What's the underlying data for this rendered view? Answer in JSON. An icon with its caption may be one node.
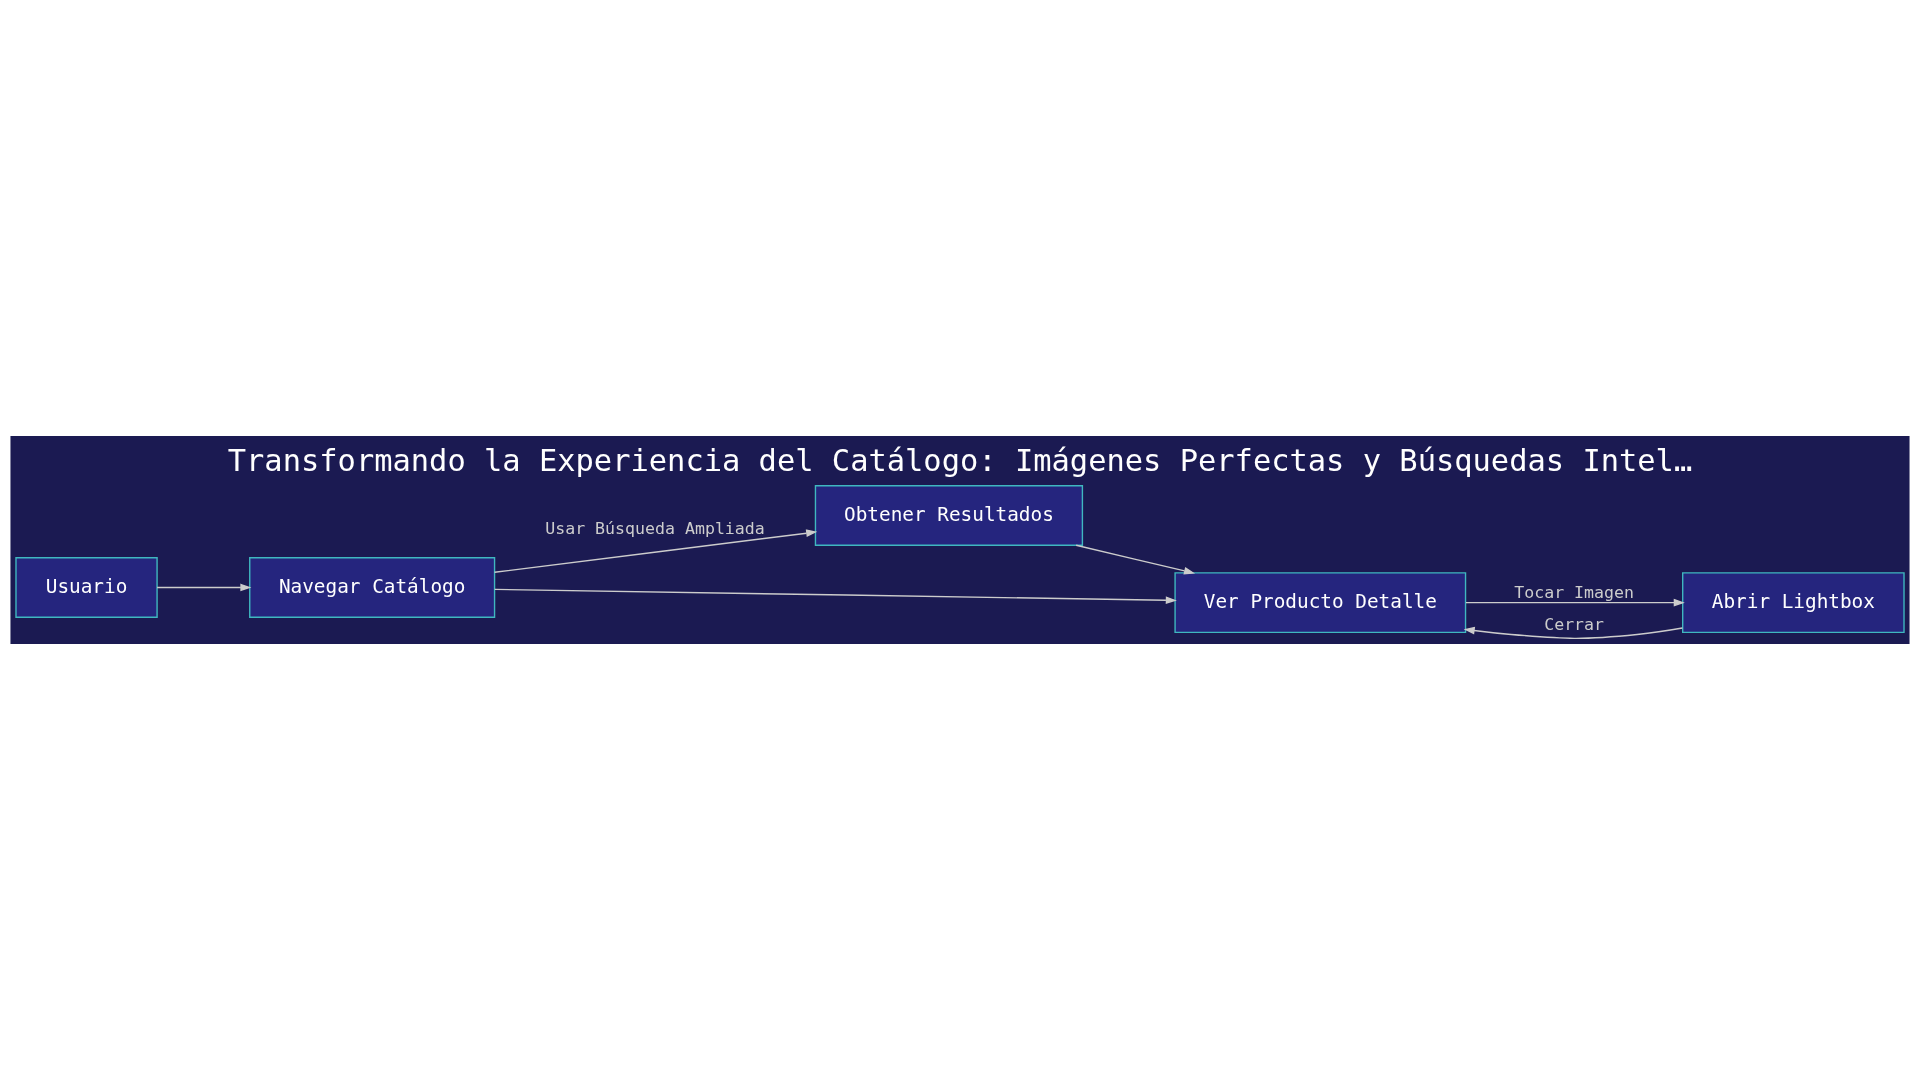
{
  "diagram": {
    "title": "Transformando la Experiencia del Catálogo: Imágenes Perfectas y Búsquedas Intel…",
    "nodes": [
      {
        "text": [
          "Usuario"
        ]
      },
      {
        "text": [
          "Navegar Catálogo"
        ]
      },
      {
        "text": [
          "Obtener Resultados"
        ]
      },
      {
        "text": [
          "Ver Producto Detalle"
        ]
      },
      {
        "text": [
          "Abrir Lightbox"
        ]
      }
    ],
    "edges": [
      {
        "from": 0,
        "to": 1,
        "arrow": "to"
      },
      {
        "from": 1,
        "to": 3,
        "arrow": "to"
      },
      {
        "from": 1,
        "to": 2,
        "arrow": "to",
        "label": "Usar Búsqueda Ampliada"
      },
      {
        "from": 2,
        "to": 3,
        "arrow": "to"
      },
      {
        "from": 3,
        "to": 4,
        "arrow": "to",
        "label": "Tocar Imagen"
      },
      {
        "from": 4,
        "to": 3,
        "arrow": "to",
        "label": "Cerrar"
      }
    ]
  }
}
